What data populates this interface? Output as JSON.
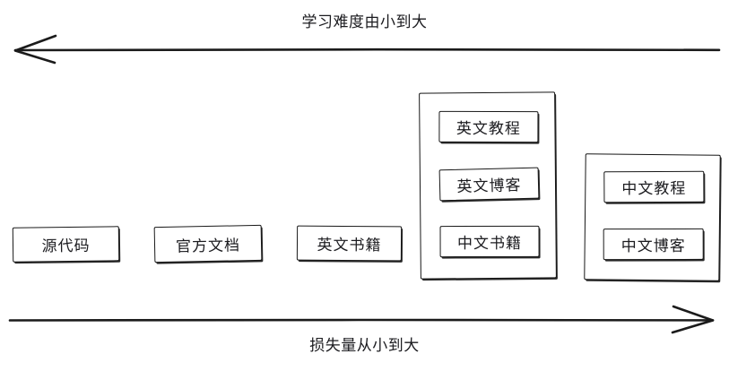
{
  "diagram": {
    "title_top": "学习难度由小到大",
    "title_bottom": "损失量从小到大",
    "style": "hand-drawn sketch",
    "stroke_color": "#191919",
    "text_color": "#1b1b1f",
    "background_color": "#ffffff",
    "top_arrow": {
      "name": "difficulty-arrow",
      "direction": "left",
      "label": "学习难度由小到大"
    },
    "bottom_arrow": {
      "name": "loss-arrow",
      "direction": "right",
      "label": "损失量从小到大"
    },
    "standalone_boxes": [
      {
        "label": "源代码"
      },
      {
        "label": "官方文档"
      },
      {
        "label": "英文书籍"
      }
    ],
    "groups": [
      {
        "name": "english-resources-group",
        "items": [
          {
            "label": "英文教程"
          },
          {
            "label": "英文博客"
          },
          {
            "label": "中文书籍"
          }
        ]
      },
      {
        "name": "chinese-resources-group",
        "items": [
          {
            "label": "中文教程"
          },
          {
            "label": "中文博客"
          }
        ]
      }
    ]
  }
}
